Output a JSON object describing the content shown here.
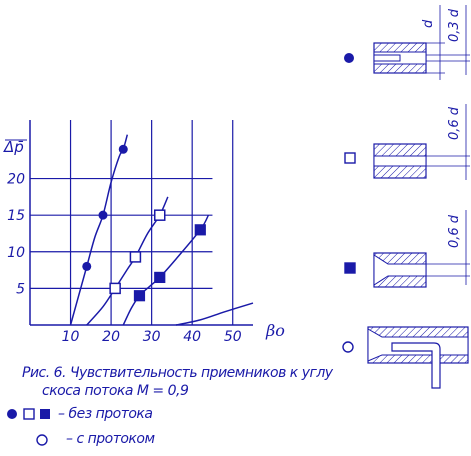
{
  "chart_data": {
    "type": "line",
    "ylabel": "Δp̄",
    "xlabel": "βo",
    "xlim": [
      0,
      55
    ],
    "ylim": [
      0,
      28
    ],
    "x_ticks": [
      "10",
      "20",
      "30",
      "40",
      "50"
    ],
    "y_ticks": [
      "5",
      "10",
      "15",
      "20"
    ],
    "grid": true,
    "series": [
      {
        "marker": "circle-filled",
        "points": [
          [
            14,
            8
          ],
          [
            18,
            15
          ],
          [
            23,
            24
          ]
        ]
      },
      {
        "marker": "square-open",
        "points": [
          [
            21,
            5
          ],
          [
            26,
            9.3
          ],
          [
            32,
            15
          ]
        ]
      },
      {
        "marker": "square-filled",
        "points": [
          [
            27,
            4
          ],
          [
            32,
            6.5
          ],
          [
            42,
            13
          ]
        ]
      },
      {
        "marker": "circle-open",
        "points": []
      }
    ],
    "curves": [
      [
        [
          10,
          0
        ],
        [
          12,
          4
        ],
        [
          14,
          8
        ],
        [
          16,
          12
        ],
        [
          18,
          15
        ],
        [
          20,
          19.5
        ],
        [
          22,
          23
        ],
        [
          23,
          24
        ],
        [
          24,
          26
        ]
      ],
      [
        [
          14,
          0
        ],
        [
          18,
          2.5
        ],
        [
          21,
          5
        ],
        [
          24,
          7.6
        ],
        [
          26,
          9.3
        ],
        [
          29,
          12.5
        ],
        [
          32,
          15
        ],
        [
          34,
          17.5
        ]
      ],
      [
        [
          23,
          0
        ],
        [
          25,
          2.3
        ],
        [
          27,
          4
        ],
        [
          30,
          5.5
        ],
        [
          32,
          6.5
        ],
        [
          36,
          9
        ],
        [
          42,
          13
        ],
        [
          44,
          15
        ]
      ],
      [
        [
          36,
          0
        ],
        [
          42,
          0.7
        ],
        [
          48,
          1.8
        ],
        [
          55,
          3
        ]
      ]
    ]
  },
  "caption": {
    "line1": "Рис. 6. Чувствительность приемников к углу",
    "line2": "скоса потока М = 0,9"
  },
  "legend": {
    "no_flow": "– без протока",
    "with_flow": "– с протоком"
  },
  "probes": {
    "dim1": "d",
    "dim2": "0,3 d",
    "dim3": "0,6 d",
    "dim4": "0,6 d"
  },
  "colors": {
    "ink": "#1a1aa8",
    "background": "#ffffff"
  }
}
